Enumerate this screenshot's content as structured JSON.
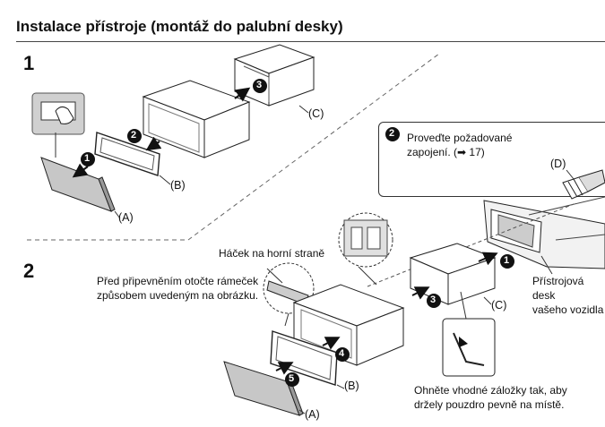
{
  "page": {
    "title": "Instalace přístroje (montáž do palubní desky)"
  },
  "section1": {
    "step_number": "1",
    "labels": {
      "a": "(A)",
      "b": "(B)",
      "c": "(C)"
    },
    "markers": [
      "1",
      "2",
      "3"
    ]
  },
  "callout": {
    "marker": "2",
    "text_line1": "Proveďte požadované",
    "text_line2": "zapojení. (➡ 17)",
    "label_d": "(D)"
  },
  "section2": {
    "step_number": "2",
    "hook_label": "Háček na horní straně",
    "rotate_note_line1": "Před připevněním otočte rámeček",
    "rotate_note_line2": "způsobem uvedeným na obrázku.",
    "dash_label_line1": "Přístrojová desk",
    "dash_label_line2": "vašeho vozidla",
    "tabs_note_line1": "Ohněte vhodné záložky tak, aby",
    "tabs_note_line2": "držely pouzdro pevně na místě.",
    "labels": {
      "a": "(A)",
      "b": "(B)",
      "c": "(C)"
    },
    "markers": [
      "1",
      "3",
      "4",
      "5"
    ]
  }
}
